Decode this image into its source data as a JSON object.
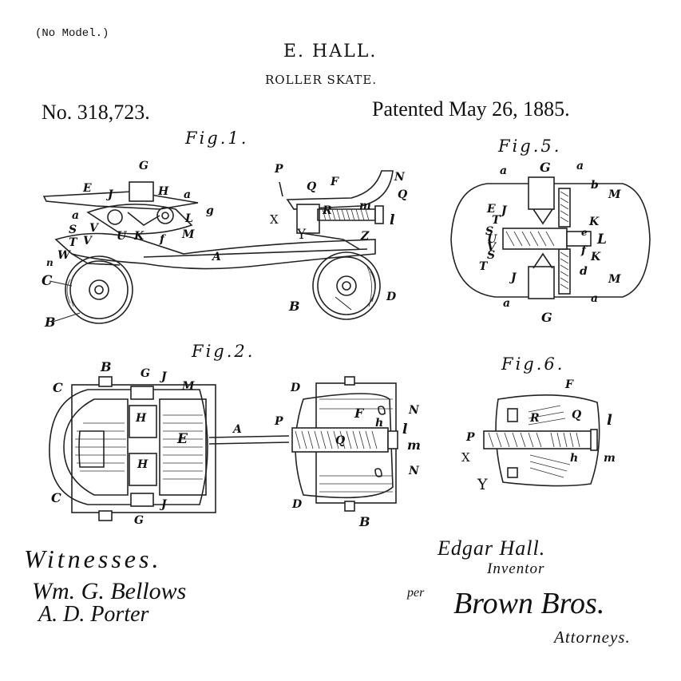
{
  "header": {
    "model_note": "(No Model.)",
    "inventor_name": "E. HALL.",
    "invention_title": "ROLLER SKATE.",
    "patent_number": "No. 318,723.",
    "patent_date": "Patented May 26, 1885."
  },
  "figures": {
    "fig1": "Fig.1.",
    "fig2": "Fig.2.",
    "fig5": "Fig.5.",
    "fig6": "Fig.6."
  },
  "fig1_labels": {
    "G": "G",
    "E": "E",
    "J": "J",
    "H": "H",
    "a1": "a",
    "a2": "a",
    "L": "L",
    "g": "g",
    "M": "M",
    "f": "f",
    "K": "K",
    "V1": "V",
    "U": "U",
    "T": "T",
    "V2": "V",
    "S": "S",
    "W": "W",
    "n": "n",
    "C": "C",
    "B1": "B",
    "P": "P",
    "Q1": "Q",
    "F": "F",
    "N": "N",
    "Q2": "Q",
    "R": "R",
    "m": "m",
    "l": "l",
    "X": "X",
    "Y": "Y",
    "Z": "Z",
    "A": "A",
    "B2": "B",
    "D": "D"
  },
  "fig5_labels": {
    "a1": "a",
    "G1": "G",
    "a2": "a",
    "b": "b",
    "M1": "M",
    "E": "E",
    "J1": "J",
    "T1": "T",
    "K1": "K",
    "S1": "S",
    "U": "U",
    "V": "V",
    "e": "e",
    "L": "L",
    "S2": "S",
    "f": "f",
    "K2": "K",
    "T2": "T",
    "J2": "J",
    "d": "d",
    "M2": "M",
    "a3": "a",
    "a4": "a",
    "G2": "G"
  },
  "fig2_labels": {
    "B1": "B",
    "G1": "G",
    "J1": "J",
    "C1": "C",
    "M": "M",
    "H1": "H",
    "E": "E",
    "H2": "H",
    "C2": "C",
    "G2": "G",
    "J2": "J",
    "A": "A",
    "P": "P",
    "D1": "D",
    "F": "F",
    "N1": "N",
    "h": "h",
    "l": "l",
    "Q": "Q",
    "m": "m",
    "N2": "N",
    "D2": "D",
    "B2": "B"
  },
  "fig6_labels": {
    "F": "F",
    "R": "R",
    "Q": "Q",
    "l": "l",
    "P": "P",
    "X": "X",
    "h": "h",
    "m": "m",
    "Y": "Y"
  },
  "signatures": {
    "witnesses_label": "Witnesses.",
    "witness1": "Wm. G. Bellows",
    "witness2": "A. D. Porter",
    "inventor_signature": "Edgar Hall.",
    "inventor_role": "Inventor",
    "per": "per",
    "attorney_signature": "Brown Bros.",
    "attorneys_label": "Attorneys."
  }
}
